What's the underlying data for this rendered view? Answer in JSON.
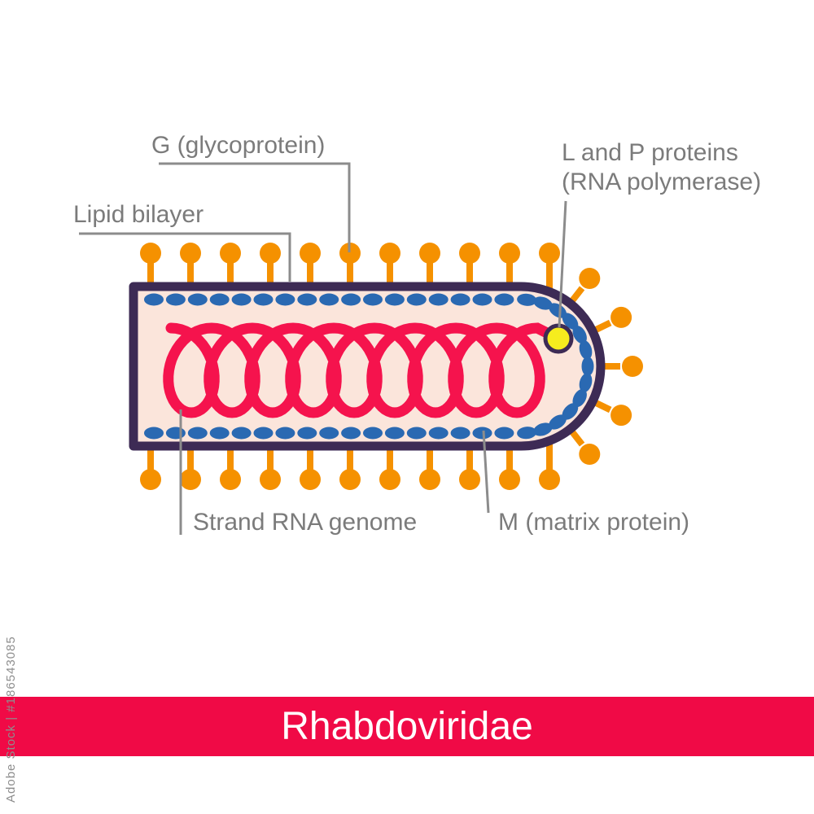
{
  "watermark": "Adobe Stock | #186543085",
  "banner": {
    "title": "Rhabdoviridae"
  },
  "labels": {
    "g_protein": "G (glycoprotein)",
    "lipid_bilayer": "Lipid bilayer",
    "lp_proteins_line1": "L and P proteins",
    "lp_proteins_line2": "(RNA polymerase)",
    "rna_genome": "Strand RNA genome",
    "matrix_protein": "M (matrix protein)"
  },
  "colors": {
    "spike_orange": "#F59100",
    "envelope_dark": "#3D2B55",
    "interior_peach": "#FBE5DB",
    "matrix_blue": "#2A69B2",
    "genome_red": "#F5134D",
    "polymerase_yellow": "#F6EC1E",
    "label_gray": "#7B7B7B",
    "leader_gray": "#8C8C8C",
    "banner_red": "#F00A46",
    "banner_text": "#FFFFFF",
    "watermark_gray": "#8E8E8E",
    "background": "#FFFFFF"
  }
}
